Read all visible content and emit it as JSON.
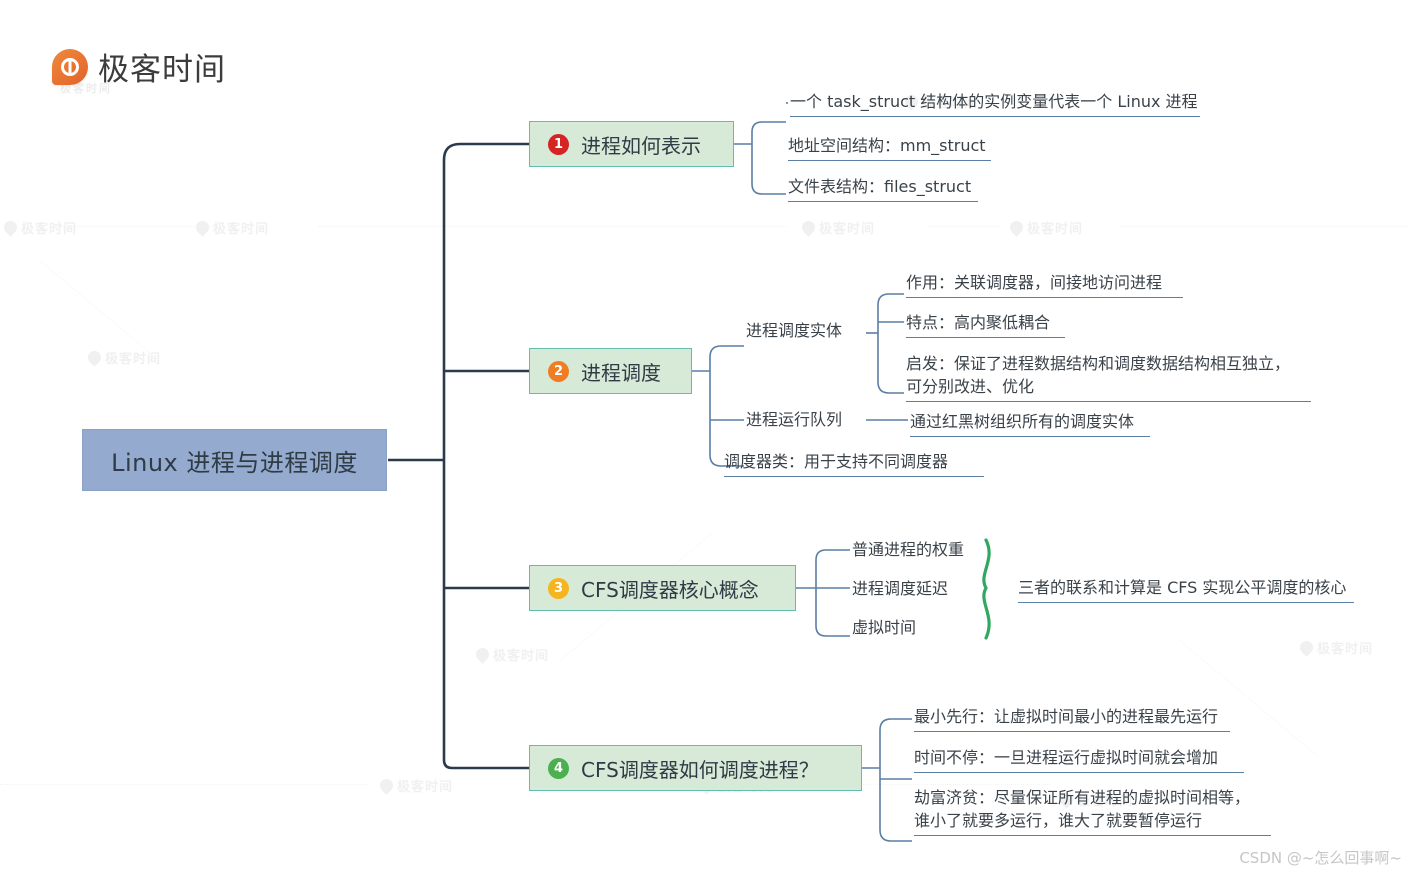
{
  "brand": {
    "logo_text": "极客时间",
    "logo_icon": "geek-time-pin-logo",
    "logo_sub": "极客时间"
  },
  "footer": {
    "watermark": "CSDN @~怎么回事啊~"
  },
  "colors": {
    "root_fill": "#94aace",
    "branch_fill": "#d7ead8",
    "branch_border": "#61bdb0",
    "trunk_line": "#2b3b4e",
    "sub_line": "#5a7fa5",
    "underline": "#5a7fa5",
    "brace_green": "#2fa860",
    "badge_1": "#d42424",
    "badge_2": "#f07d22",
    "badge_3": "#f5b521",
    "badge_4": "#4caf50",
    "logo_orange": "#e86f2a"
  },
  "mindmap": {
    "root": {
      "label": "Linux 进程与进程调度"
    },
    "branches": [
      {
        "number": "1",
        "label": "进程如何表示",
        "badge_color": "#d42424",
        "children": [
          {
            "label": "一个 task_struct 结构体的实例变量代表一个 Linux 进程",
            "children": []
          },
          {
            "label": "地址空间结构：mm_struct",
            "children": []
          },
          {
            "label": "文件表结构：files_struct",
            "children": []
          }
        ]
      },
      {
        "number": "2",
        "label": "进程调度",
        "badge_color": "#f07d22",
        "children": [
          {
            "label": "进程调度实体",
            "children": [
              {
                "label": "作用：关联调度器，间接地访问进程"
              },
              {
                "label": "特点：高内聚低耦合"
              },
              {
                "label": "启发：保证了进程数据结构和调度数据结构相互独立，\n可分别改进、优化"
              }
            ]
          },
          {
            "label": "进程运行队列",
            "children": [
              {
                "label": "通过红黑树组织所有的调度实体"
              }
            ]
          },
          {
            "label": "调度器类：用于支持不同调度器",
            "children": []
          }
        ]
      },
      {
        "number": "3",
        "label": "CFS调度器核心概念",
        "badge_color": "#f5b521",
        "children": [
          {
            "label": "普通进程的权重",
            "children": []
          },
          {
            "label": "进程调度延迟",
            "children": []
          },
          {
            "label": "虚拟时间",
            "children": []
          }
        ],
        "grouped_note": "三者的联系和计算是 CFS 实现公平调度的核心",
        "group_bracket": "curly-brace-right"
      },
      {
        "number": "4",
        "label": "CFS调度器如何调度进程？",
        "badge_color": "#4caf50",
        "children": [
          {
            "label": "最小先行：让虚拟时间最小的进程最先运行",
            "children": []
          },
          {
            "label": "时间不停：一旦进程运行虚拟时间就会增加",
            "children": []
          },
          {
            "label": "劫富济贫：尽量保证所有进程的虚拟时间相等，\n谁小了就要多运行，谁大了就要暂停运行",
            "children": []
          }
        ]
      }
    ]
  }
}
